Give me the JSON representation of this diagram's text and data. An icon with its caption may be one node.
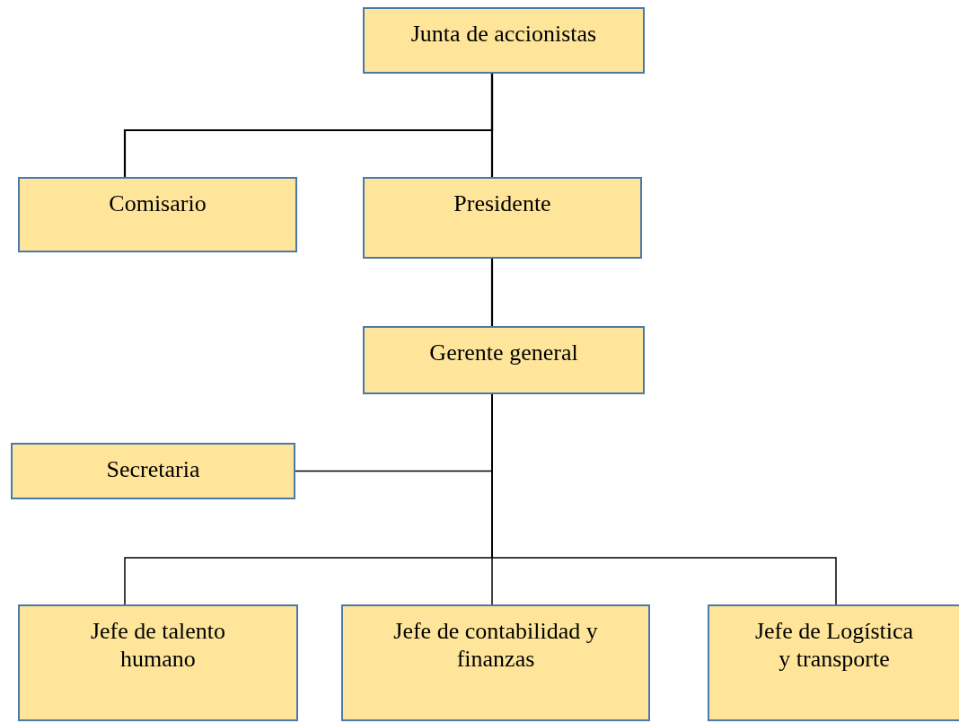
{
  "diagram": {
    "nodes": [
      {
        "text": [
          "Junta de accionistas"
        ]
      },
      {
        "text": [
          "Comisario"
        ]
      },
      {
        "text": [
          "Presidente"
        ]
      },
      {
        "text": [
          "Gerente general"
        ]
      },
      {
        "text": [
          "Secretaria"
        ]
      },
      {
        "text": [
          "Jefe de talento humano"
        ]
      },
      {
        "text": [
          "Jefe de contabilidad y finanzas"
        ]
      },
      {
        "text": [
          "Jefe de Logística y transporte"
        ]
      }
    ],
    "edges": [
      {
        "from": 0,
        "to": 1,
        "arrow": "none"
      },
      {
        "from": 0,
        "to": 2,
        "arrow": "none"
      },
      {
        "from": 2,
        "to": 3,
        "arrow": "none"
      },
      {
        "from": 3,
        "to": 4,
        "arrow": "none"
      },
      {
        "from": 3,
        "to": 5,
        "arrow": "none"
      },
      {
        "from": 3,
        "to": 6,
        "arrow": "none"
      },
      {
        "from": 3,
        "to": 7,
        "arrow": "none"
      }
    ]
  }
}
